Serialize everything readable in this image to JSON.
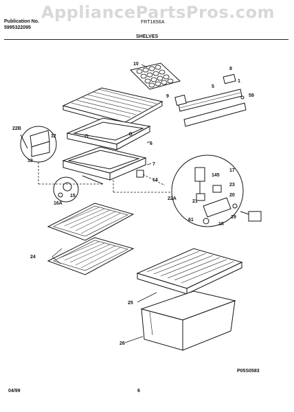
{
  "watermark": "AppliancePartsPros.com",
  "header": {
    "publication_label": "Publication No.",
    "publication_number": "5995322095",
    "model": "FRT18S6A",
    "section_title": "SHELVES"
  },
  "parts": {
    "p10": "10",
    "p8": "8",
    "p9": "9",
    "p5": "5",
    "p1": "1",
    "p59": "59",
    "p22b": "22B",
    "p12": "12",
    "p13": "13",
    "p6": "6",
    "p7": "7",
    "p14": "14",
    "p15": "15",
    "p16a": "16A",
    "p17": "17",
    "p145": "145",
    "p23": "23",
    "p22a": "22A",
    "p21": "21",
    "p20": "20",
    "p61": "61",
    "p18": "18",
    "p19": "19",
    "p24": "24",
    "p25": "25",
    "p26": "26"
  },
  "diagram_id": "P05S0583",
  "footer": {
    "date": "04/99",
    "page": "6"
  }
}
